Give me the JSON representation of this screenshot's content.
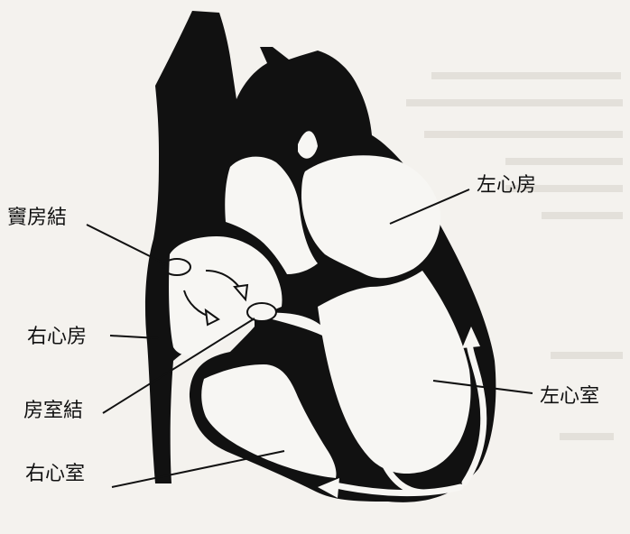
{
  "labels": {
    "sinoatrial_node": "竇房結",
    "right_atrium": "右心房",
    "atrioventricular_node": "房室結",
    "right_ventricle": "右心室",
    "left_atrium": "左心房",
    "left_ventricle": "左心室"
  },
  "colors": {
    "paper": "#f4f2ee",
    "ink": "#111111",
    "inner": "#f7f6f3",
    "bleed_text": "#cfcbc4"
  }
}
